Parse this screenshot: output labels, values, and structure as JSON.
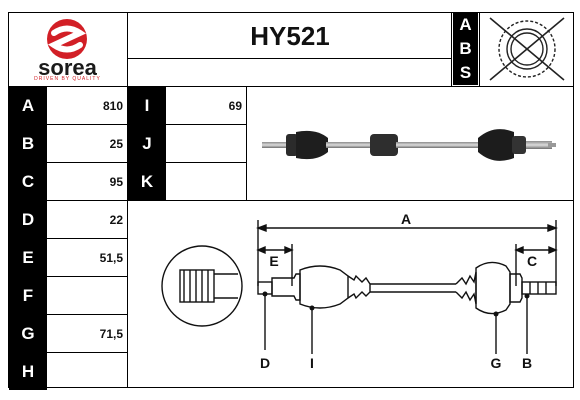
{
  "brand": {
    "name": "sorea",
    "tagline": "DRIVEN BY QUALITY",
    "color": "#d21f26"
  },
  "product_code": "HY521",
  "abs_letters": [
    "A",
    "B",
    "S"
  ],
  "specs_left": [
    {
      "label": "A",
      "value": "810"
    },
    {
      "label": "B",
      "value": "25"
    },
    {
      "label": "C",
      "value": "95"
    },
    {
      "label": "D",
      "value": "22"
    },
    {
      "label": "E",
      "value": "51,5"
    },
    {
      "label": "F",
      "value": ""
    },
    {
      "label": "G",
      "value": "71,5"
    },
    {
      "label": "H",
      "value": ""
    }
  ],
  "specs_right": [
    {
      "label": "I",
      "value": "69"
    },
    {
      "label": "J",
      "value": ""
    },
    {
      "label": "K",
      "value": ""
    }
  ],
  "diagram_labels": {
    "a": "A",
    "e": "E",
    "c": "C",
    "d": "D",
    "i": "I",
    "g": "G",
    "b": "B"
  }
}
